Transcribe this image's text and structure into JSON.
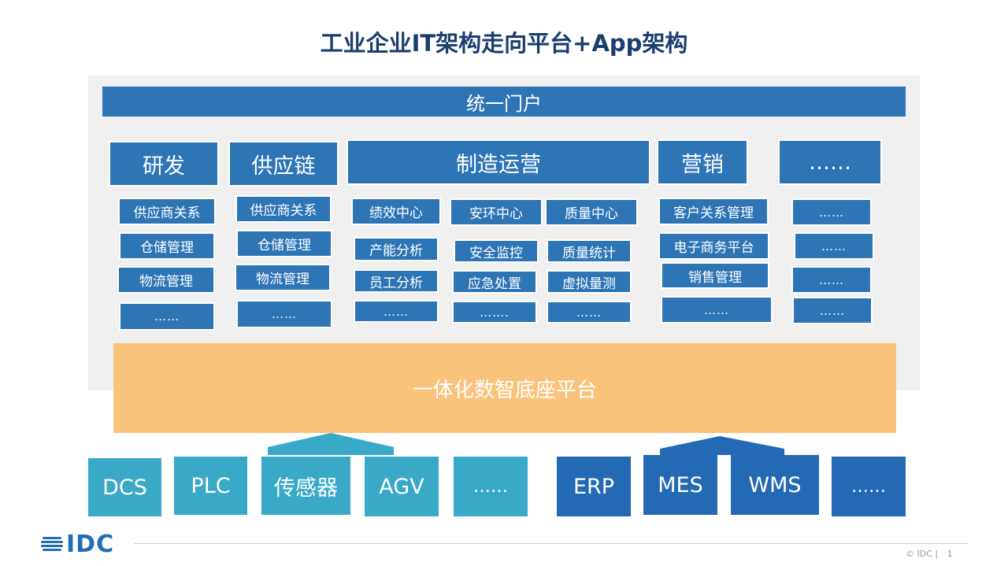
{
  "title": "工业企业IT架构走向平台+App架构",
  "portal": "统一门户",
  "columns": [
    {
      "header": "研发",
      "items": [
        "供应商关系",
        "仓储管理",
        "物流管理",
        "……"
      ]
    },
    {
      "header": "供应链",
      "items": [
        "供应商关系",
        "仓储管理",
        "物流管理",
        "……"
      ]
    },
    {
      "header": "制造运营",
      "sub_columns": [
        [
          "绩效中心",
          "产能分析",
          "员工分析",
          "……"
        ],
        [
          "安环中心",
          "安全监控",
          "应急处置",
          "……."
        ],
        [
          "质量中心",
          "质量统计",
          "虚拟量测",
          "……"
        ]
      ]
    },
    {
      "header": "营销",
      "items": [
        "客户关系管理",
        "电子商务平台",
        "销售管理",
        "……"
      ]
    },
    {
      "header": "……",
      "items": [
        "……",
        "……",
        "……",
        "……"
      ]
    }
  ],
  "base_platform": "一体化数智底座平台",
  "ot_systems": [
    "DCS",
    "PLC",
    "传感器",
    "AGV",
    "……"
  ],
  "it_systems": [
    "ERP",
    "MES",
    "WMS",
    "……"
  ],
  "footer": {
    "logo": "IDC",
    "copyright": "© IDC |",
    "page_number": "1"
  },
  "colors": {
    "blue": "#2e75b6",
    "orange": "#f9c37c",
    "teal": "#3aa9c8",
    "dark_blue": "#2369b3"
  }
}
